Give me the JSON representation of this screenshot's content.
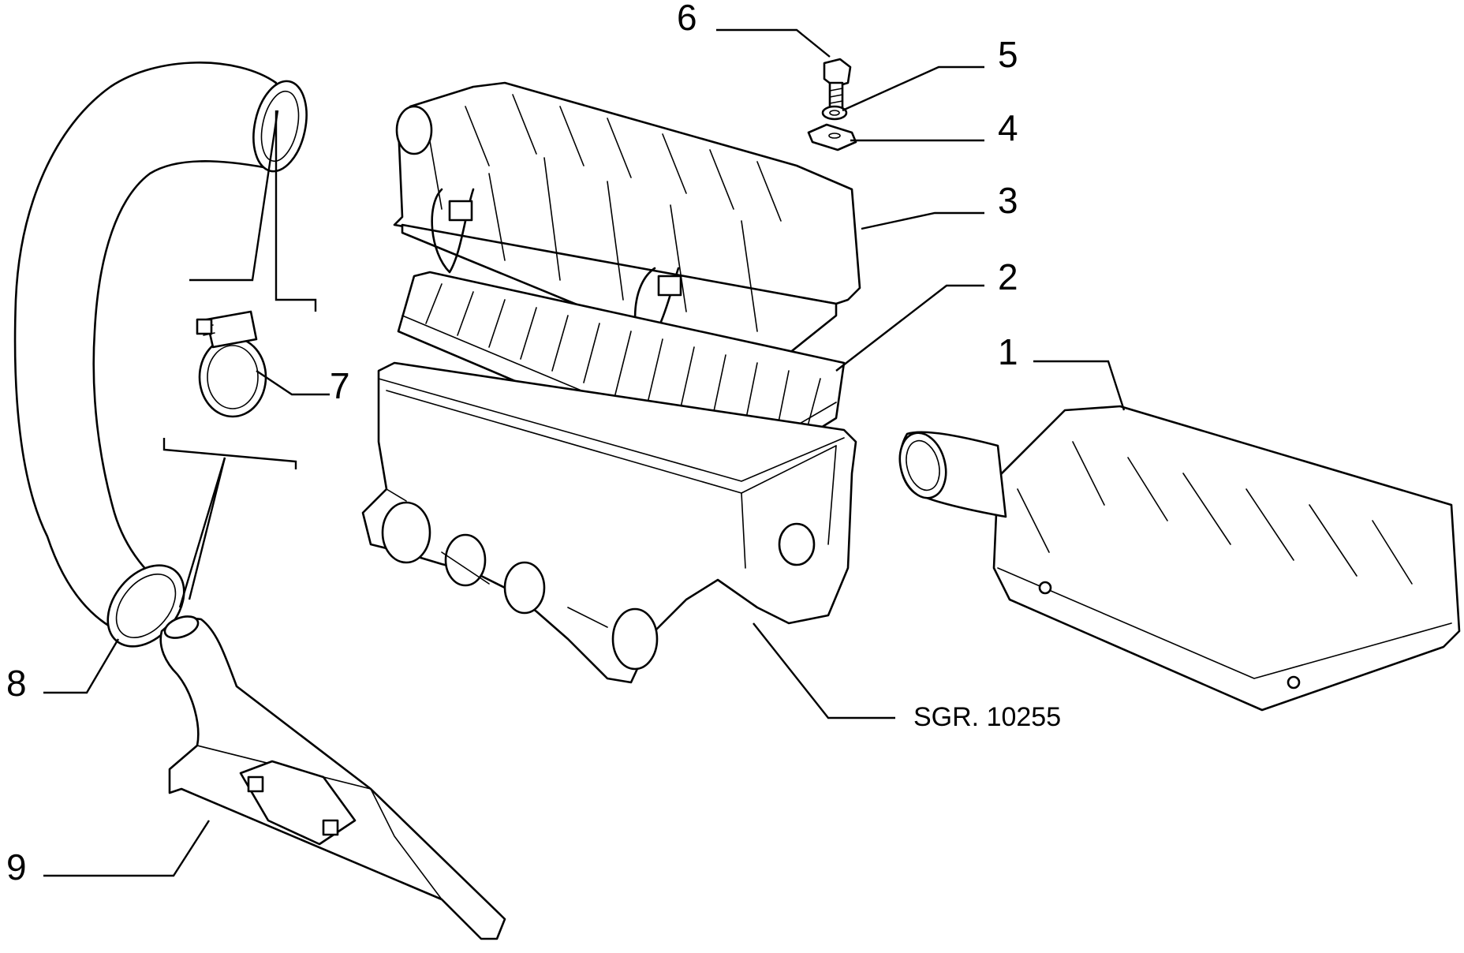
{
  "callouts": {
    "c1": "1",
    "c2": "2",
    "c3": "3",
    "c4": "4",
    "c5": "5",
    "c6": "6",
    "c7": "7",
    "c8": "8",
    "c9": "9"
  },
  "reference": "SGR. 10255"
}
